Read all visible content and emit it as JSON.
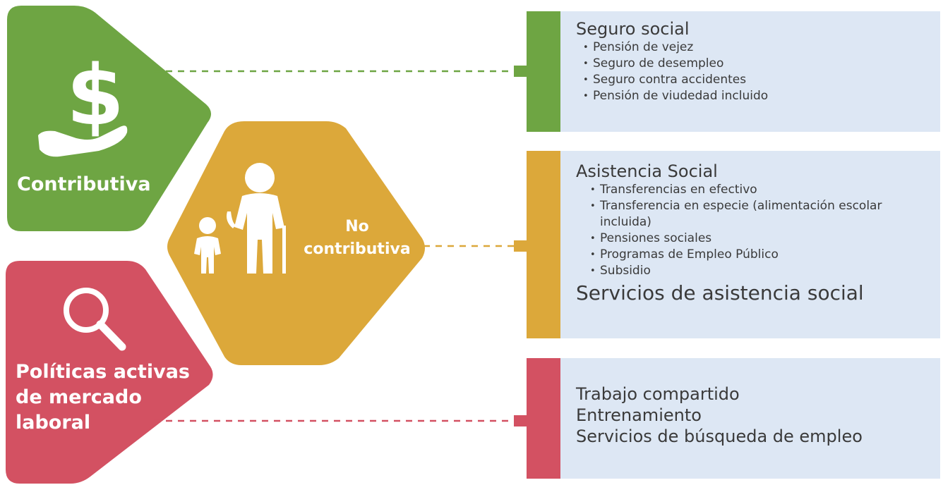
{
  "colors": {
    "green": "#6ea543",
    "gold": "#dca83a",
    "red": "#d35162",
    "panel": "#dde7f4",
    "text": "#3a3a3a"
  },
  "categories": [
    {
      "label": "Contributiva",
      "icon": "money-hand-icon",
      "panel": {
        "title": "Seguro social",
        "items": [
          "Pensión de vejez",
          "Seguro de desempleo",
          "Seguro contra accidentes",
          "Pensión de viudedad incluido"
        ]
      }
    },
    {
      "label_line1": "No",
      "label_line2": "contributiva",
      "icon": "elderly-and-child-icon",
      "panel": {
        "title": "Asistencia Social",
        "items": [
          "Transferencias en efectivo",
          "Transferencia en especie (alimentación escolar incluida)",
          "Pensiones sociales",
          "Programas de Empleo Público",
          "Subsidio"
        ],
        "footer": "Servicios de asistencia social"
      }
    },
    {
      "label_line1": "Políticas activas",
      "label_line2": "de mercado",
      "label_line3": "laboral",
      "icon": "magnifier-icon",
      "panel": {
        "lines": [
          "Trabajo compartido",
          "Entrenamiento",
          "Servicios de búsqueda de empleo"
        ]
      }
    }
  ]
}
